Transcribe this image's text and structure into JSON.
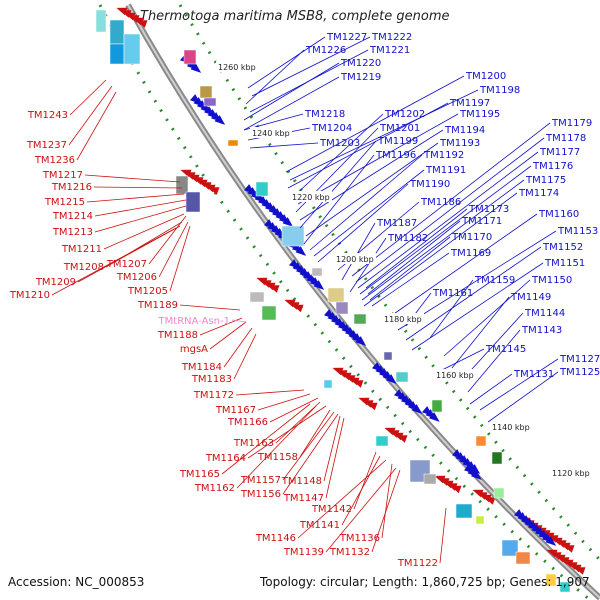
{
  "header": {
    "title": "Thermotoga maritima MSB8, complete genome"
  },
  "footer": {
    "accession": "Accession: NC_000853",
    "topology": "Topology: circular; Length: 1,860,725 bp; Genes: 1,907"
  },
  "ticks": [
    "1260 kbp",
    "1240 kbp",
    "1220 kbp",
    "1200 kbp",
    "1180 kbp",
    "1160 kbp",
    "1140 kbp",
    "1120 kbp"
  ],
  "colors": {
    "forward": "#1010cc",
    "reverse": "#cc1010",
    "rna": "#ee88cc",
    "backbone": "#888888",
    "dots": "#2a8a2a"
  },
  "blue_labels": [
    "TM1227",
    "TM1222",
    "TM1226",
    "TM1221",
    "TM1220",
    "TM1219",
    "TM1200",
    "TM1198",
    "TM1197",
    "TM1218",
    "TM1202",
    "TM1195",
    "TM1204",
    "TM1201",
    "TM1194",
    "TM1203",
    "TM1199",
    "TM1193",
    "TM1196",
    "TM1192",
    "TM1191",
    "TM1190",
    "TM1186",
    "TM1179",
    "TM1178",
    "TM1177",
    "TM1176",
    "TM1175",
    "TM1174",
    "TM1173",
    "TM1171",
    "TM1187",
    "TM1182",
    "TM1170",
    "TM1169",
    "TM1160",
    "TM1153",
    "TM1152",
    "TM1151",
    "TM1159",
    "TM1150",
    "TM1161",
    "TM1149",
    "TM1144",
    "TM1143",
    "TM1145",
    "TM1127",
    "TM1131",
    "TM1125"
  ],
  "red_labels": [
    "TM1243",
    "TM1237",
    "TM1236",
    "TM1217",
    "TM1216",
    "TM1215",
    "TM1214",
    "TM1213",
    "TM1211",
    "TM1207",
    "TM1208",
    "TM1206",
    "TM1209",
    "TM1205",
    "TM1210",
    "TM1189",
    "TM1188",
    "mgsA",
    "TM1184",
    "TM1183",
    "TM1172",
    "TM1167",
    "TM1166",
    "TM1163",
    "TM1164",
    "TM1158",
    "TM1165",
    "TM1157",
    "TM1148",
    "TM1162",
    "TM1156",
    "TM1147",
    "TM1142",
    "TM1141",
    "TM1146",
    "TM1136",
    "TM1139",
    "TM1132",
    "TM1122"
  ],
  "pink_labels": [
    "TMtRNA-Asn-1"
  ]
}
